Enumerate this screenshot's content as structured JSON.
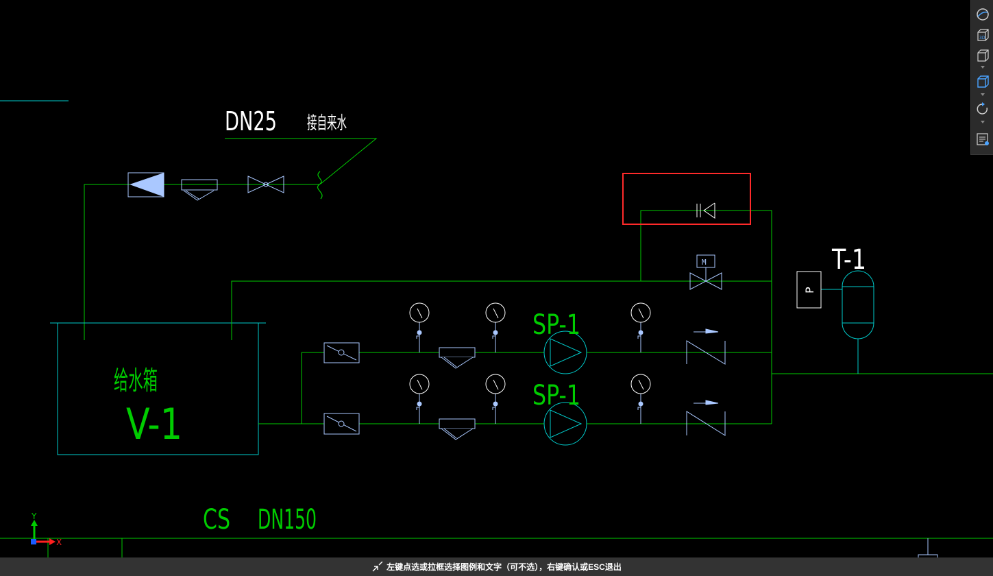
{
  "drawing": {
    "supply_pipe_label": "DN25",
    "supply_pipe_note": "接自来水",
    "tank_name": "给水箱",
    "tank_tag": "V-1",
    "pump_tag_1": "SP-1",
    "pump_tag_2": "SP-1",
    "pressure_tank_tag": "T-1",
    "pressure_switch_label": "P",
    "motor_valve_label": "M",
    "outlet_pipe_label_1": "CS",
    "outlet_pipe_label_2": "DN150"
  },
  "ucs": {
    "x_label": "X",
    "y_label": "Y"
  },
  "toolbar": {
    "buttons": [
      "orbit-icon",
      "view-3d-icon",
      "view-cube-icon",
      "view-cube-blue-icon",
      "rotate-icon",
      "layer-list-icon"
    ]
  },
  "status": {
    "prompt": "左键点选或拉框选择图例和文字（可不选），右键确认或ESC退出"
  },
  "colors": {
    "pipe": "#00cc00",
    "equipment": "#00cccc",
    "component": "#aac8ff",
    "label_green": "#00cc00",
    "label_white": "#ffffff",
    "highlight": "#ff2a2a"
  }
}
